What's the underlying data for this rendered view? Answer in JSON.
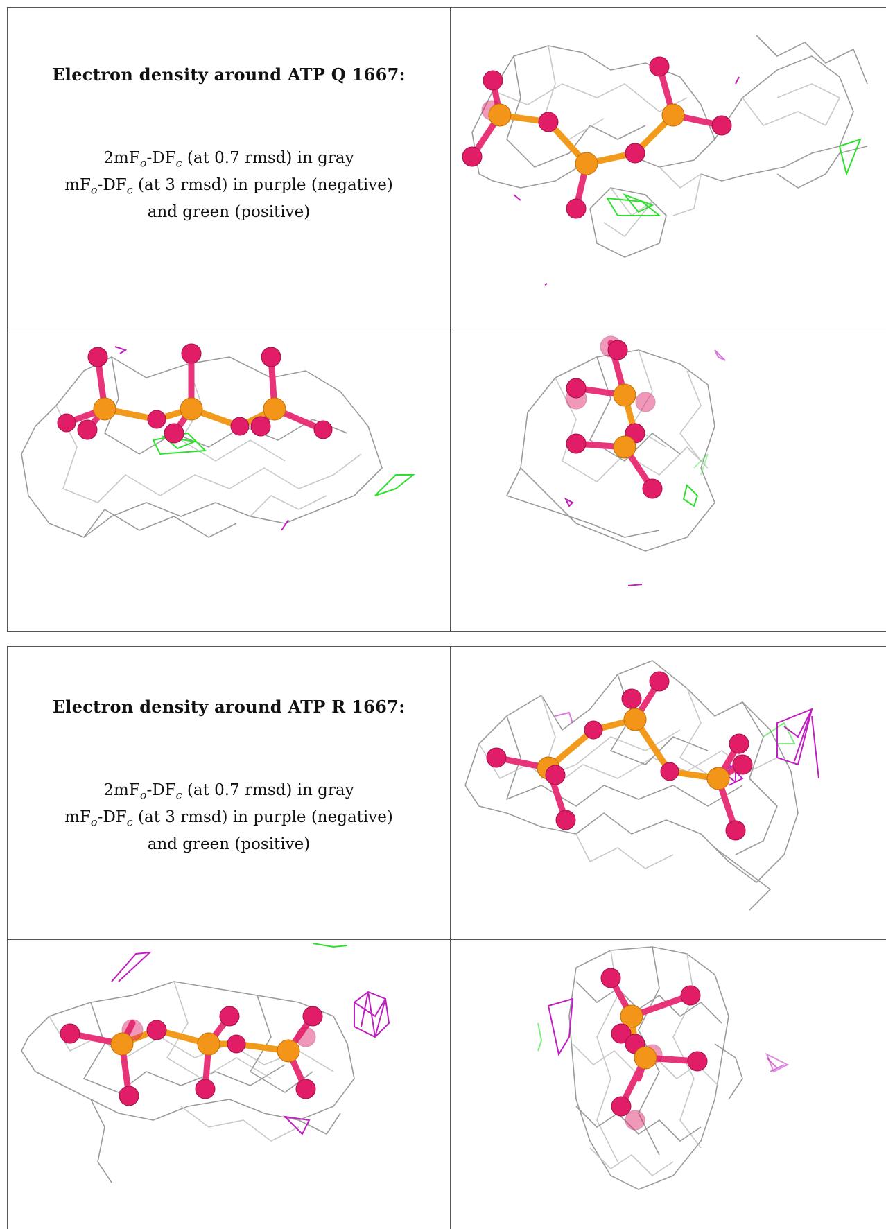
{
  "sections": [
    {
      "id": "q",
      "heading": "Electron density around ATP Q 1667:",
      "legend_line1_a": "2mF",
      "legend_line1_sub1": "o",
      "legend_line1_b": "-DF",
      "legend_line1_sub2": "c",
      "legend_line1_c": " (at 0.7 rmsd) in gray",
      "legend_line2_a": "mF",
      "legend_line2_sub1": "o",
      "legend_line2_b": "-DF",
      "legend_line2_sub2": "c",
      "legend_line2_c": " (at 3 rmsd) in purple (negative)",
      "legend_line3": "and green (positive)"
    },
    {
      "id": "r",
      "heading": "Electron density around ATP R 1667:",
      "legend_line1_a": "2mF",
      "legend_line1_sub1": "o",
      "legend_line1_b": "-DF",
      "legend_line1_sub2": "c",
      "legend_line1_c": " (at 0.7 rmsd) in gray",
      "legend_line2_a": "mF",
      "legend_line2_sub1": "o",
      "legend_line2_b": "-DF",
      "legend_line2_sub2": "c",
      "legend_line2_c": " (at 3 rmsd) in purple (negative)",
      "legend_line3": "and green (positive)"
    }
  ],
  "colors": {
    "phosphorus": "#f39519",
    "oxygen": "#e01d66",
    "density_2fofc": "#9a9a9a",
    "density_negative": "#c01ec0",
    "density_positive": "#2ee02e"
  }
}
